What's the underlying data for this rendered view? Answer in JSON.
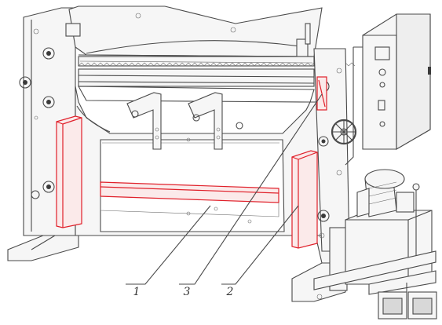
{
  "figure": {
    "callouts": [
      {
        "id": "1",
        "label": "1"
      },
      {
        "id": "2",
        "label": "2"
      },
      {
        "id": "3",
        "label": "3"
      }
    ],
    "colors": {
      "line": "#4a4a4a",
      "highlight": "#e0202a",
      "background": "#ffffff"
    },
    "icons": [
      "hydraulic-press-brake-drawing"
    ]
  }
}
